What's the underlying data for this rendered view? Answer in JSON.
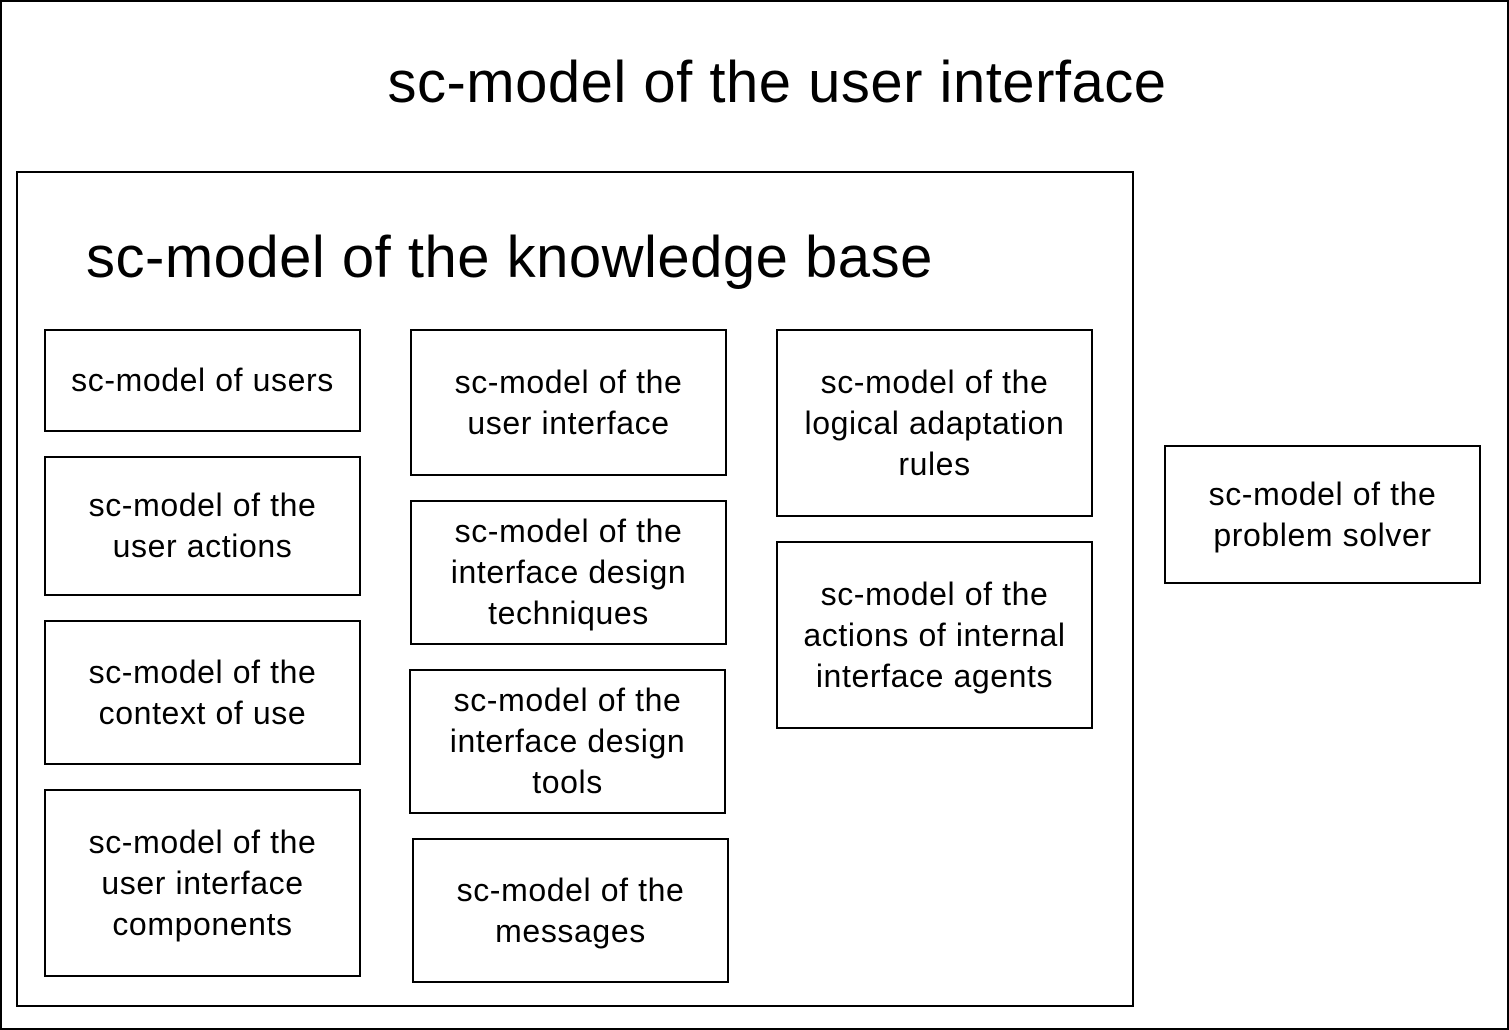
{
  "outer": {
    "title": "sc-model of the user interface"
  },
  "knowledge_base": {
    "title": "sc-model of the knowledge base",
    "column1": [
      "sc-model of users",
      "sc-model of the user actions",
      "sc-model of the context of use",
      "sc-model of the user interface components"
    ],
    "column2": [
      "sc-model of the user interface",
      "sc-model of the interface design techniques",
      "sc-model of the interface design tools",
      "sc-model of the messages"
    ],
    "column3": [
      "sc-model of the logical adaptation rules",
      "sc-model of the actions of internal interface agents"
    ]
  },
  "problem_solver": {
    "label": "sc-model of the problem solver"
  }
}
